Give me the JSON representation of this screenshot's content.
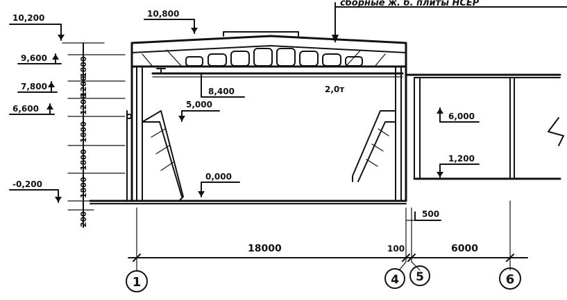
{
  "note_text": "сборные ж. б. плиты  НСЕР",
  "elevations": {
    "e10200": "10,200",
    "e10800": "10,800",
    "e9600": "9,600",
    "e7800": "7,800",
    "e6600": "6,600",
    "e8400": "8,400",
    "e5000": "5,000",
    "e0000": "0,000",
    "eminus0200": "-0,200",
    "e6000": "6,000",
    "e1200": "1,200"
  },
  "vertical_dims": [
    "1800",
    "1200",
    "1200",
    "1800",
    "1800",
    "1800",
    "200"
  ],
  "crane_capacity": "2,0т",
  "horizontal_dims": {
    "span_main": "18000",
    "joint": "100",
    "span_annex": "6000",
    "offset": "500"
  },
  "axes": [
    "1",
    "4",
    "5",
    "6"
  ]
}
